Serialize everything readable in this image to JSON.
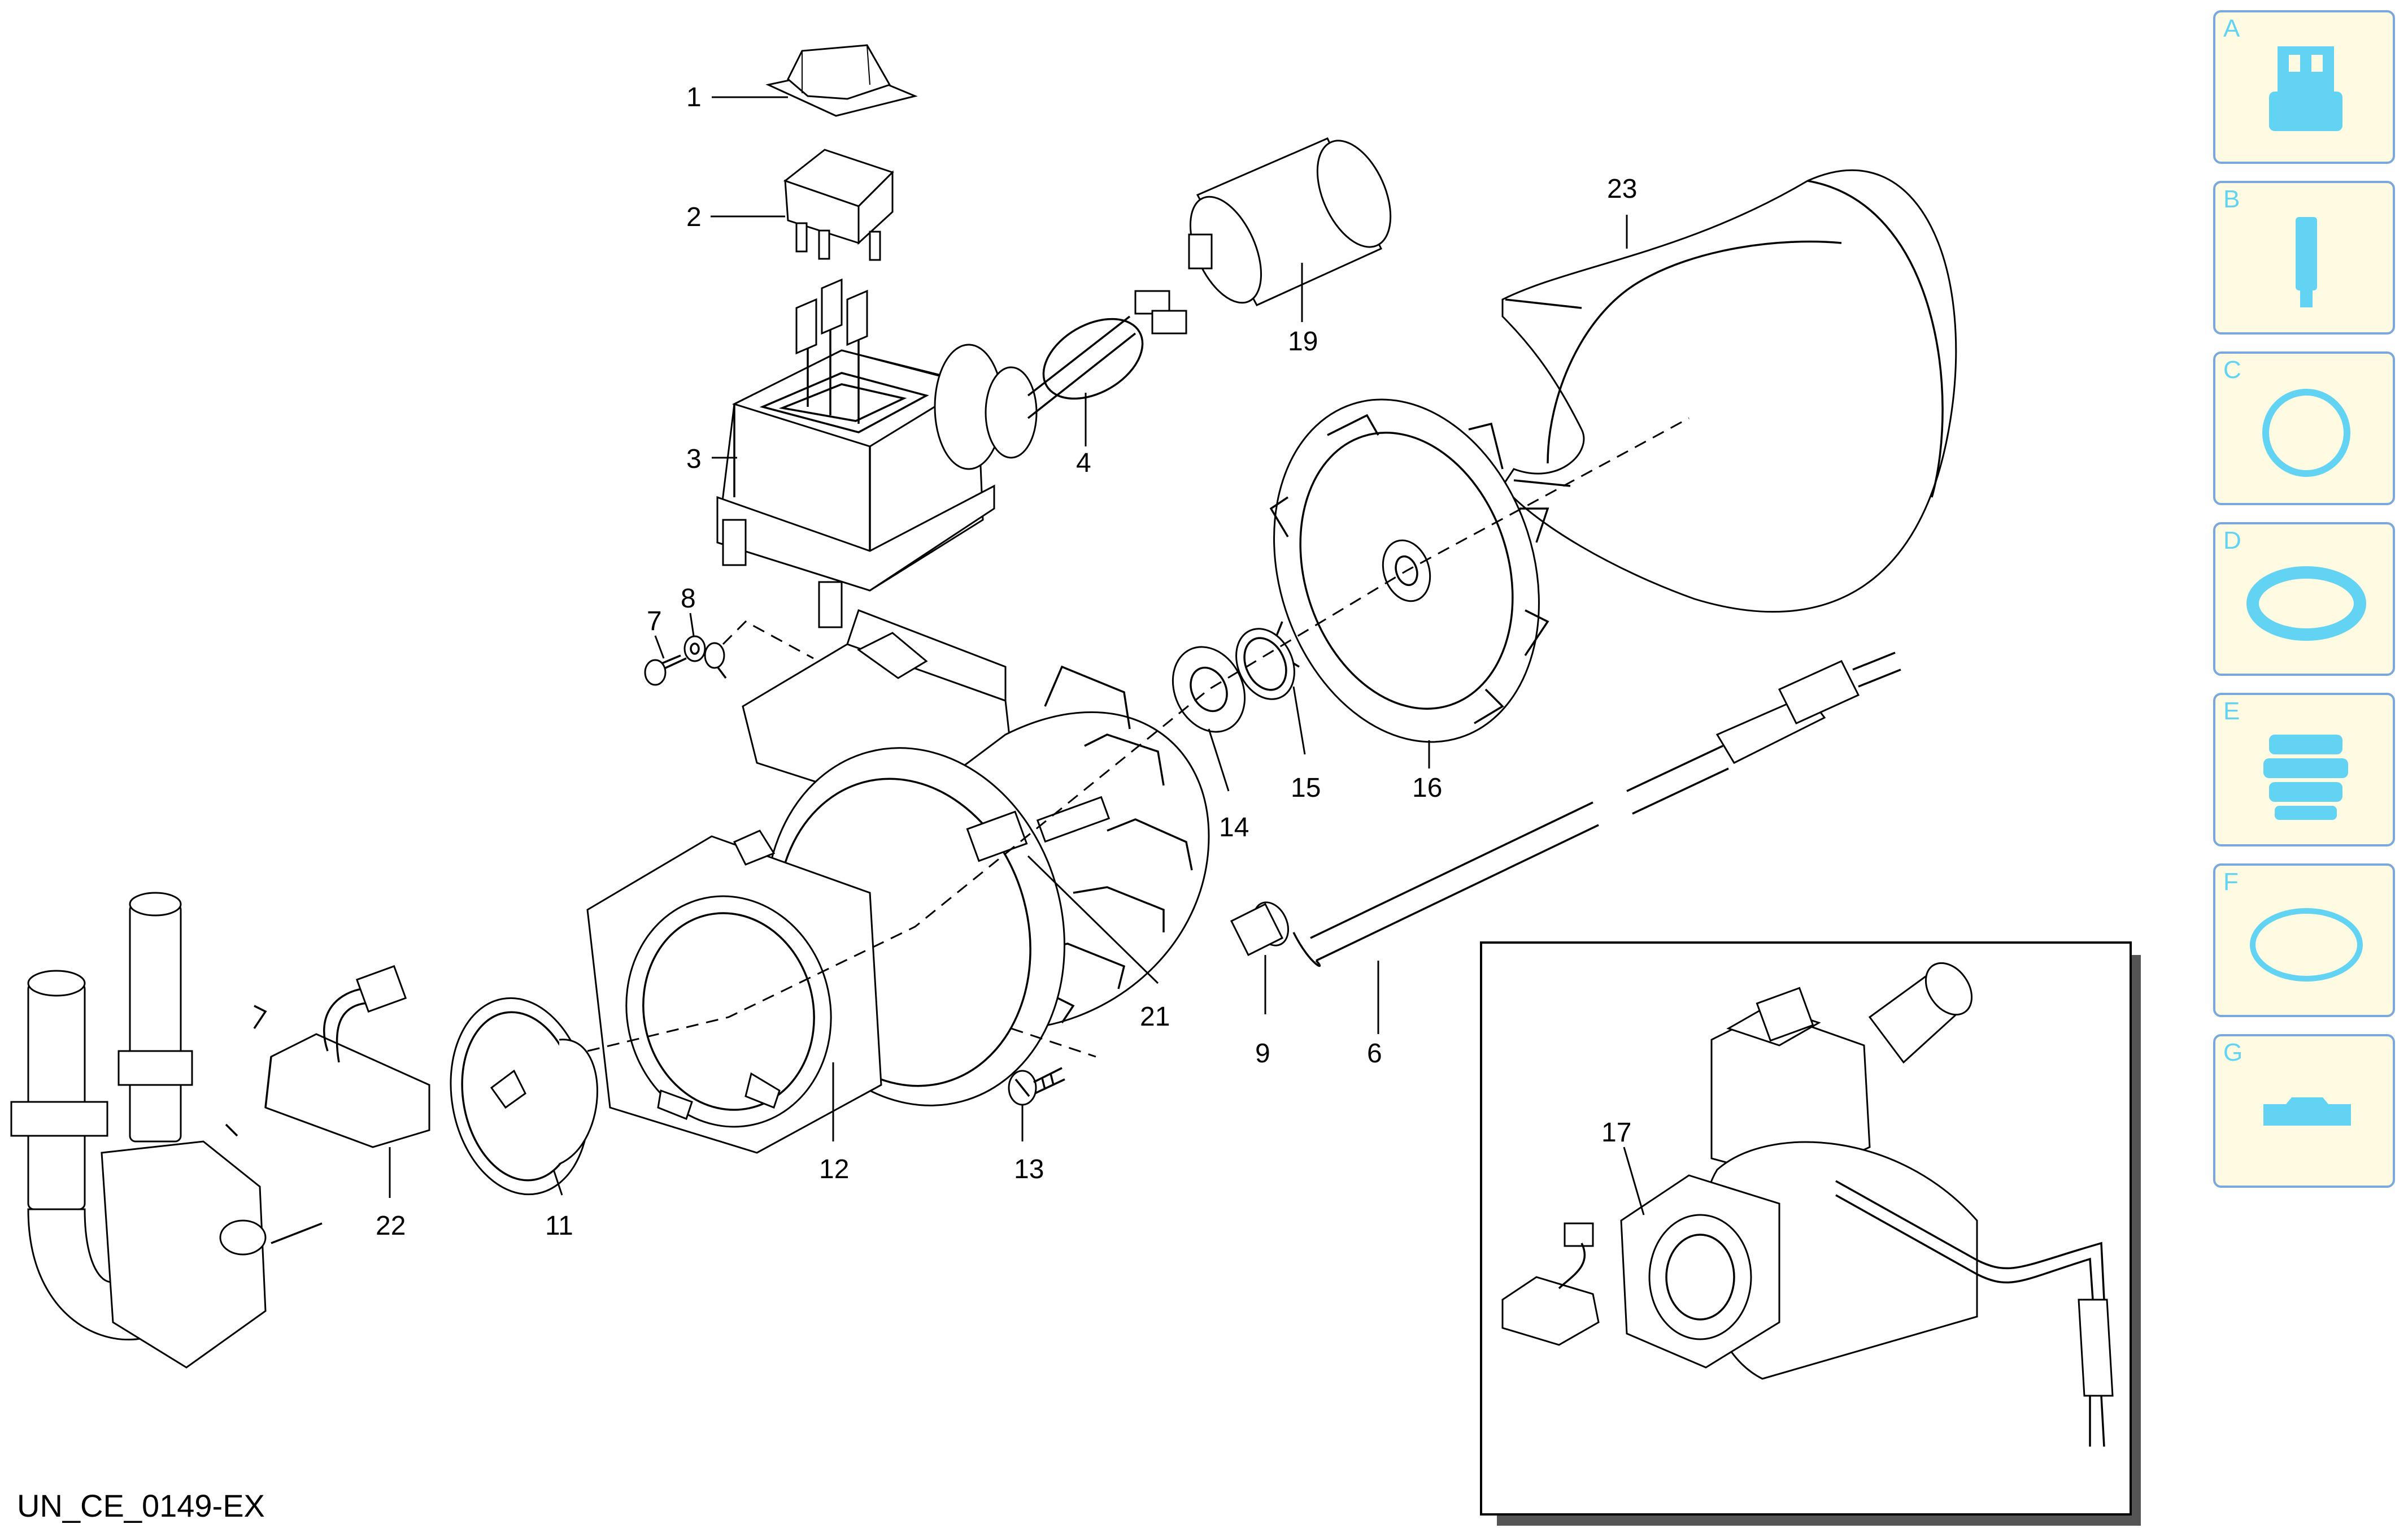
{
  "document": {
    "code": "UN_CE_0149-EX"
  },
  "callouts": {
    "c1": "1",
    "c2": "2",
    "c3": "3",
    "c4": "4",
    "c6": "6",
    "c7": "7",
    "c8": "8",
    "c9": "9",
    "c11": "11",
    "c12": "12",
    "c13": "13",
    "c14": "14",
    "c15": "15",
    "c16": "16",
    "c17": "17",
    "c19": "19",
    "c21": "21",
    "c22": "22",
    "c23": "23"
  },
  "variants": [
    {
      "letter": "A",
      "icon": "connector-icon"
    },
    {
      "letter": "B",
      "icon": "pin-icon"
    },
    {
      "letter": "C",
      "icon": "o-ring-icon"
    },
    {
      "letter": "D",
      "icon": "seal-ring-icon"
    },
    {
      "letter": "E",
      "icon": "bellows-icon"
    },
    {
      "letter": "F",
      "icon": "gasket-icon"
    },
    {
      "letter": "G",
      "icon": "bracket-icon"
    }
  ],
  "colors": {
    "variant_fill": "#fffbe3",
    "variant_border": "#7aa7dc",
    "variant_accent": "#62d3f3"
  }
}
